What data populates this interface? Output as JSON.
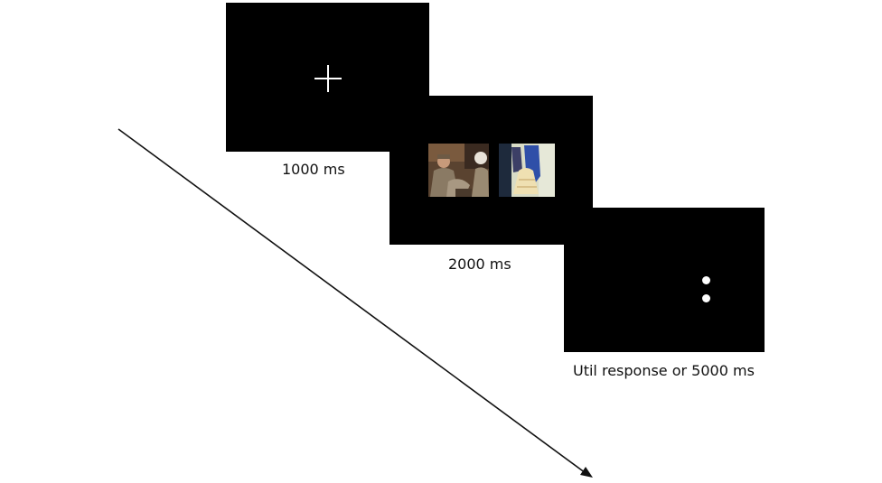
{
  "screens": {
    "fixation": {
      "duration_label": "1000 ms",
      "symbol": "fixation-cross"
    },
    "stimulus": {
      "duration_label": "2000 ms",
      "images": [
        "scene-photo",
        "clothing-photo"
      ]
    },
    "response": {
      "duration_label": "Util response or 5000 ms",
      "symbol": "two-dots"
    }
  },
  "colors": {
    "screen_background": "#000000",
    "foreground": "#ffffff",
    "text": "#111111",
    "arrow": "#111111"
  },
  "icons": {
    "time_arrow": "diagonal-arrow"
  }
}
